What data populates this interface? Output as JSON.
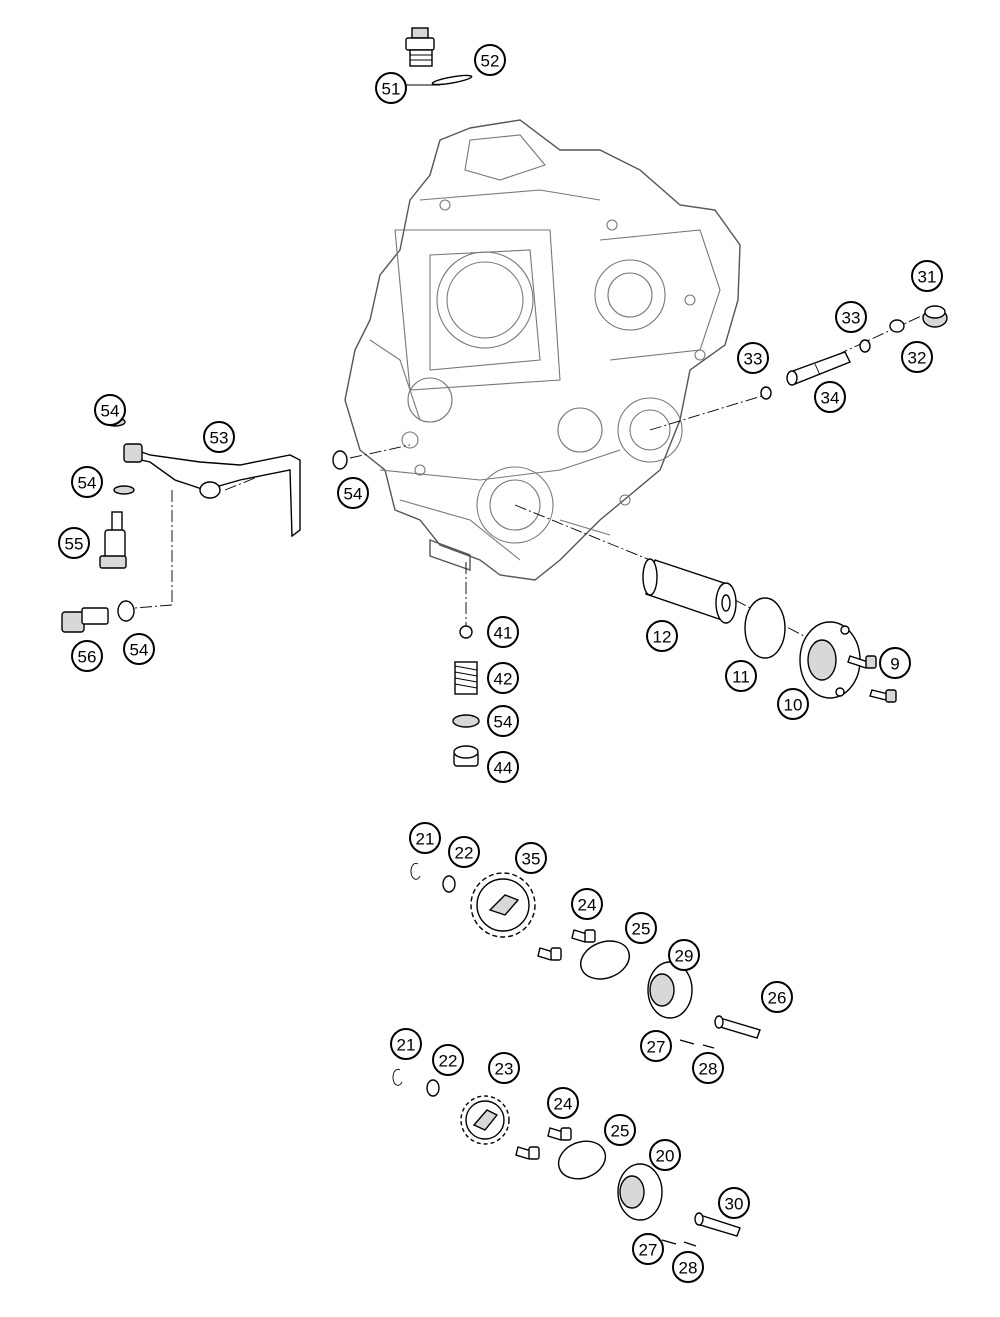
{
  "callouts": [
    {
      "id": "c51a",
      "label": "51"
    },
    {
      "id": "c52a",
      "label": "52"
    },
    {
      "id": "c31",
      "label": "31"
    },
    {
      "id": "c33a",
      "label": "33"
    },
    {
      "id": "c32",
      "label": "32"
    },
    {
      "id": "c33b",
      "label": "33"
    },
    {
      "id": "c34",
      "label": "34"
    },
    {
      "id": "c54a",
      "label": "54"
    },
    {
      "id": "c53",
      "label": "53"
    },
    {
      "id": "c54b",
      "label": "54"
    },
    {
      "id": "c54c",
      "label": "54"
    },
    {
      "id": "c55",
      "label": "55"
    },
    {
      "id": "c56",
      "label": "56"
    },
    {
      "id": "c54d",
      "label": "54"
    },
    {
      "id": "c41",
      "label": "41"
    },
    {
      "id": "c42",
      "label": "42"
    },
    {
      "id": "c54e",
      "label": "54"
    },
    {
      "id": "c44",
      "label": "44"
    },
    {
      "id": "c12",
      "label": "12"
    },
    {
      "id": "c11",
      "label": "11"
    },
    {
      "id": "c10",
      "label": "10"
    },
    {
      "id": "c9",
      "label": "9"
    },
    {
      "id": "c21a",
      "label": "21"
    },
    {
      "id": "c22a",
      "label": "22"
    },
    {
      "id": "c35",
      "label": "35"
    },
    {
      "id": "c24a",
      "label": "24"
    },
    {
      "id": "c25a",
      "label": "25"
    },
    {
      "id": "c29",
      "label": "29"
    },
    {
      "id": "c26",
      "label": "26"
    },
    {
      "id": "c27a",
      "label": "27"
    },
    {
      "id": "c28a",
      "label": "28"
    },
    {
      "id": "c21b",
      "label": "21"
    },
    {
      "id": "c22b",
      "label": "22"
    },
    {
      "id": "c23",
      "label": "23"
    },
    {
      "id": "c24b",
      "label": "24"
    },
    {
      "id": "c25b",
      "label": "25"
    },
    {
      "id": "c20",
      "label": "20"
    },
    {
      "id": "c30",
      "label": "30"
    },
    {
      "id": "c27b",
      "label": "27"
    },
    {
      "id": "c28b",
      "label": "28"
    }
  ]
}
